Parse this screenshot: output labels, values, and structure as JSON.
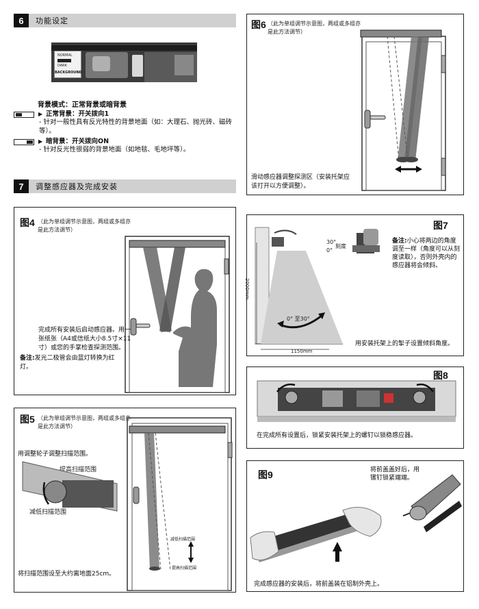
{
  "sec6": {
    "num": "6",
    "title": "功能设定"
  },
  "photo_labels": {
    "normal": "NORMAL",
    "dark": "DARK",
    "backgr": "BACKGROUND"
  },
  "bg_mode": {
    "heading": "背景模式：正常背景或暗背景",
    "normal_title": "正常背景：开关拨向1",
    "normal_desc": "针对一般性具有反光特性的背景地面（如：大理石、抛光砖、磁砖等）。",
    "dark_title": "暗背景：开关拨向ON",
    "dark_desc": "针对反光性很弱的背景地面（如地毯、毛地坪等）。"
  },
  "sec7": {
    "num": "7",
    "title": "调整感应器及完成安装"
  },
  "fig6": {
    "label": "图6",
    "note": "（此为单组调节示意图，两组或多组亦是此方法调节）",
    "caption": "滑动感应器调整探测区（安装托架应该打开以方便调整）。"
  },
  "fig4": {
    "label": "图4",
    "note": "（此为单组调节示意图，两组或多组亦是此方法调节）",
    "text": "完成所有安装后启动感应器。用一张纸张（A4或信纸大小8.5寸×11寸）或您的手掌检查探测范围。",
    "remark_label": "备注:",
    "remark": "发光二极管会由蓝灯转换为红灯。"
  },
  "fig7": {
    "label": "图7",
    "angle30": "30°",
    "angle0": "0°",
    "scale": "刻度",
    "remark_label": "备注:",
    "remark": "小心将两边的角度调至一样（角度可以从刻度读取），否则外壳内的感应器将会倾斜。",
    "height": "2000mm",
    "range": "0°  至30°",
    "width": "1150mm",
    "caption": "用安装托架上的掣子设置倾斜角度。"
  },
  "fig8": {
    "label": "图8",
    "caption": "在完成所有设置后，锁紧安装托架上的螺钉以锁稳感应器。"
  },
  "fig5": {
    "label": "图5",
    "note": "（此为单组调节示意图，两组或多组亦是此方法调节）",
    "text": "用调整轮子调整扫描范围。",
    "raise": "提高扫描范围",
    "lower": "减低扫描范围",
    "small_lower": "减低扫描范围",
    "small_raise": "提高扫描范围",
    "caption": "将扫描范围设至大约离地面25cm。"
  },
  "fig9": {
    "label": "图9",
    "note": "将前盖盖好后，用镙钉锁紧端端。",
    "caption": "完成感应器的安装后，将前盖装在铝制外壳上。"
  }
}
